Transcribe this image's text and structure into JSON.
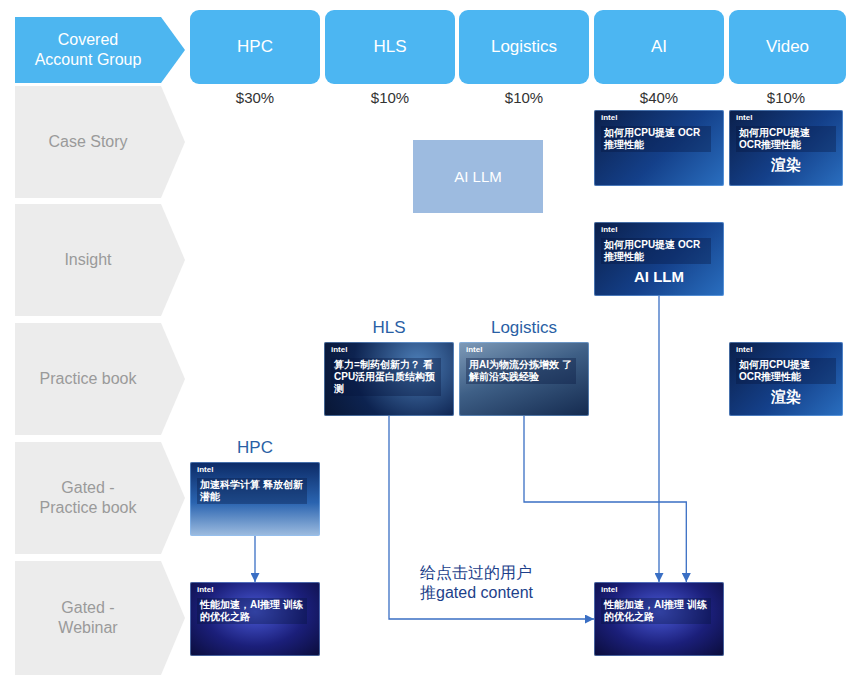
{
  "diagram": {
    "nodes": [
      {
        "text": [
          "Covered Account Group"
        ]
      },
      {
        "text": [
          "HPC"
        ]
      },
      {
        "text": [
          "HLS"
        ]
      },
      {
        "text": [
          "Logistics"
        ]
      },
      {
        "text": [
          "AI"
        ]
      },
      {
        "text": [
          "Video"
        ]
      },
      {
        "text": [
          "Case Story"
        ]
      },
      {
        "text": [
          "AI LLM"
        ]
      },
      {
        "text": [
          "intel",
          "如何用CPU提速 OCR推理性能"
        ]
      },
      {
        "text": [
          "intel",
          "如何用CPU提速 OCR推理性能",
          "渲染"
        ]
      },
      {
        "text": [
          "Insight"
        ]
      },
      {
        "text": [
          "intel",
          "如何用CPU提速 OCR推理性能",
          "AI LLM"
        ]
      },
      {
        "text": [
          "Practice book"
        ]
      },
      {
        "text": [
          "HLS",
          "intel",
          "算力=制药创新力？ 看CPU活用蛋白质结构预测"
        ]
      },
      {
        "text": [
          "Logistics",
          "intel",
          "用AI为物流分拣增效 了解前沿实践经验"
        ]
      },
      {
        "text": [
          "intel",
          "如何用CPU提速 OCR推理性能",
          "渲染"
        ]
      },
      {
        "text": [
          "Gated - Practice book"
        ]
      },
      {
        "text": [
          "HPC",
          "intel",
          "加速科学计算 释放创新潜能"
        ]
      },
      {
        "text": [
          "Gated - Webinar"
        ]
      },
      {
        "text": [
          "intel",
          "性能加速，AI推理 训练的优化之路"
        ]
      },
      {
        "text": [
          "intel",
          "性能加速，AI推理 训练的优化之路"
        ]
      }
    ],
    "edges": [
      {
        "from": 17,
        "to": 19,
        "arrow": "to"
      },
      {
        "from": 13,
        "to": 20,
        "arrow": "to"
      },
      {
        "from": 14,
        "to": 20,
        "arrow": "to"
      },
      {
        "from": 11,
        "to": 20,
        "arrow": "to"
      }
    ],
    "labels": [
      "$30%",
      "$10%",
      "$10%",
      "$40%",
      "$10%",
      "给点击过的用户 推gated content"
    ]
  }
}
